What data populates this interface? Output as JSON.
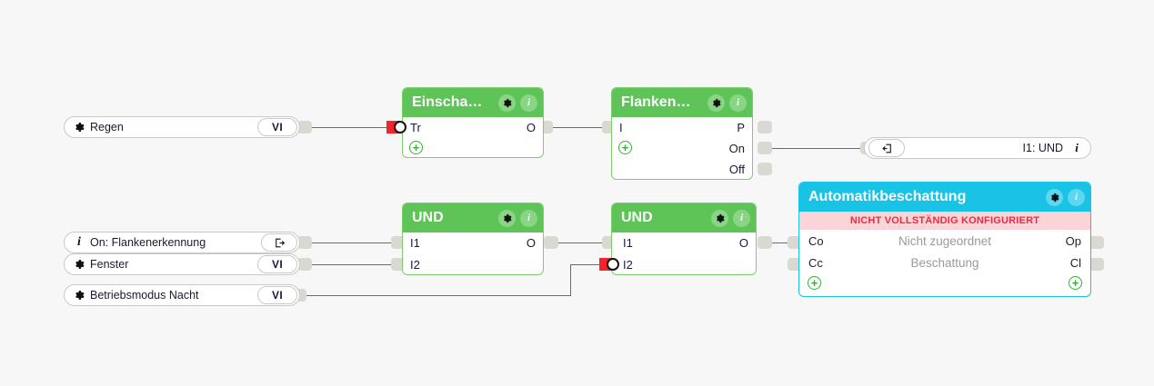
{
  "canvas": {
    "background": "#f7f7f7",
    "wire_color": "#6b6b6b"
  },
  "colors": {
    "green_header": "#5ec457",
    "cyan_header": "#19c3e6",
    "warn_bg": "#fbd4d9",
    "warn_text": "#ef2a3c",
    "invert_marker": "#f5232a",
    "port_stub": "#d9d9d1",
    "plus_green": "#2fb62f"
  },
  "inputs": [
    {
      "label": "Regen",
      "icon": "gear-icon",
      "badge": "VI",
      "badge_icon": null
    },
    {
      "label": "On: Flankenerkennung",
      "icon": "info-icon",
      "badge": null,
      "badge_icon": "export-arrow-icon"
    },
    {
      "label": "Fenster",
      "icon": "gear-icon",
      "badge": "VI",
      "badge_icon": null
    },
    {
      "label": "Betriebsmodus Nacht",
      "icon": "gear-icon",
      "badge": "VI",
      "badge_icon": null
    }
  ],
  "outputs": [
    {
      "label": "I1: UND",
      "icon": "import-arrow-icon",
      "end_icon": "info-icon"
    }
  ],
  "blocks": [
    {
      "id": "einschaltverzoegerung",
      "title": "Einscha…",
      "theme": "green",
      "gear_icon": "gear-icon",
      "info_icon": "info-icon",
      "inputs": [
        {
          "name": "Tr",
          "inverted": true
        }
      ],
      "outputs": [
        {
          "name": "O"
        }
      ],
      "add_button": "add-input-icon"
    },
    {
      "id": "flankenerkennung",
      "title": "Flanken…",
      "theme": "green",
      "gear_icon": "gear-icon",
      "info_icon": "info-icon",
      "inputs": [
        {
          "name": "I",
          "inverted": false
        }
      ],
      "outputs": [
        {
          "name": "P"
        },
        {
          "name": "On"
        },
        {
          "name": "Off"
        }
      ],
      "add_button": "add-input-icon"
    },
    {
      "id": "und-1",
      "title": "UND",
      "theme": "green",
      "gear_icon": "gear-icon",
      "info_icon": "info-icon",
      "inputs": [
        {
          "name": "I1",
          "inverted": false
        },
        {
          "name": "I2",
          "inverted": false
        }
      ],
      "outputs": [
        {
          "name": "O"
        }
      ],
      "add_button": null
    },
    {
      "id": "und-2",
      "title": "UND",
      "theme": "green",
      "gear_icon": "gear-icon",
      "info_icon": "info-icon",
      "inputs": [
        {
          "name": "I1",
          "inverted": false
        },
        {
          "name": "I2",
          "inverted": true
        }
      ],
      "outputs": [
        {
          "name": "O"
        }
      ],
      "add_button": null
    },
    {
      "id": "automatikbeschattung",
      "title": "Automatikbeschattung",
      "theme": "cyan",
      "gear_icon": "gear-icon",
      "info_icon": "info-icon",
      "warning": "NICHT VOLLSTÄNDIG KONFIGURIERT",
      "center_rows": [
        "Nicht zugeordnet",
        "Beschattung"
      ],
      "inputs": [
        {
          "name": "Co",
          "inverted": false
        },
        {
          "name": "Cc",
          "inverted": false
        }
      ],
      "outputs": [
        {
          "name": "Op"
        },
        {
          "name": "Cl"
        }
      ],
      "add_button_left": "add-input-icon",
      "add_button_right": "add-output-icon"
    }
  ]
}
